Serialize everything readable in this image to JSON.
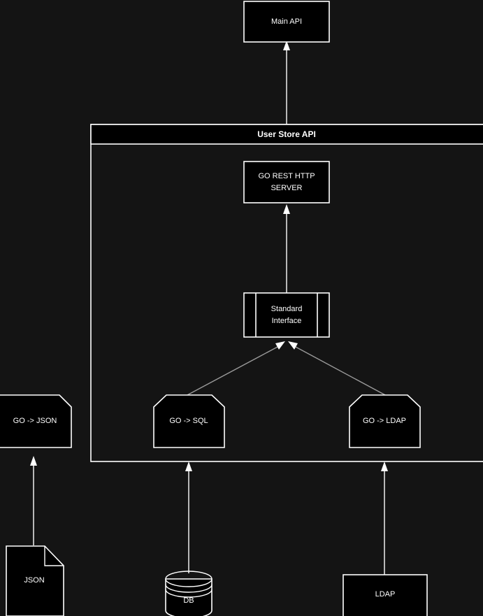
{
  "diagram": {
    "type": "architecture-diagram",
    "background_color": "#141414",
    "node_fill_color": "#000000",
    "stroke_color": "#ffffff",
    "diagonal_edge_color": "#9a9a9a",
    "nodes": {
      "main_api": {
        "label": "Main API",
        "shape": "rectangle"
      },
      "user_store_api": {
        "label": "User Store API",
        "shape": "container",
        "header_bold": true
      },
      "go_rest_server": {
        "label_line1": "GO REST HTTP",
        "label_line2": "SERVER",
        "shape": "rectangle"
      },
      "standard_interface": {
        "label_line1": "Standard",
        "label_line2": "Interface",
        "shape": "module"
      },
      "go_json": {
        "label": "GO -> JSON",
        "shape": "cut-corner-box"
      },
      "go_sql": {
        "label": "GO -> SQL",
        "shape": "cut-corner-box"
      },
      "go_ldap": {
        "label": "GO -> LDAP",
        "shape": "cut-corner-box"
      },
      "json_file": {
        "label": "JSON",
        "shape": "document"
      },
      "db": {
        "label": "DB",
        "shape": "cylinder"
      },
      "ldap": {
        "label": "LDAP",
        "shape": "rectangle"
      }
    },
    "edges": [
      {
        "from": "user_store_api",
        "to": "main_api",
        "style": "solid-arrow-up"
      },
      {
        "from": "standard_interface",
        "to": "go_rest_server",
        "style": "solid-arrow-up"
      },
      {
        "from": "go_sql",
        "to": "standard_interface",
        "style": "diagonal-arrow"
      },
      {
        "from": "go_ldap",
        "to": "standard_interface",
        "style": "diagonal-arrow"
      },
      {
        "from": "json_file",
        "to": "go_json",
        "style": "solid-arrow-up"
      },
      {
        "from": "db",
        "to": "go_sql",
        "style": "solid-arrow-up"
      },
      {
        "from": "ldap",
        "to": "go_ldap",
        "style": "solid-arrow-up"
      }
    ]
  }
}
